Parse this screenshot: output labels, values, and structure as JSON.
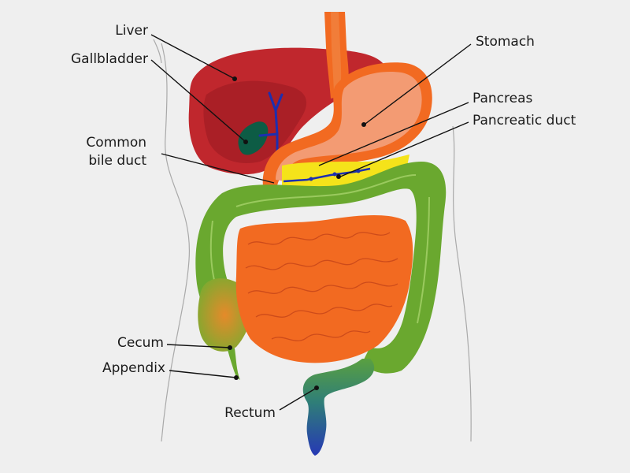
{
  "labels": {
    "liver": "Liver",
    "gallbladder": "Gallbladder",
    "common_bile_duct_line1": "Common",
    "common_bile_duct_line2": "bile duct",
    "stomach": "Stomach",
    "pancreas": "Pancreas",
    "pancreatic_duct": "Pancreatic duct",
    "cecum": "Cecum",
    "appendix": "Appendix",
    "rectum": "Rectum"
  },
  "colors": {
    "background": "#efefef",
    "liver": "#c0272d",
    "liver_shade": "#a01e24",
    "gallbladder": "#0d5c45",
    "bile_duct": "#1c2fb0",
    "stomach_wall": "#f26a21",
    "stomach_inner": "#f39b73",
    "pancreas": "#f5e31a",
    "large_intestine": "#6aa82f",
    "large_intestine_dark": "#4f8a22",
    "small_intestine": "#f26a21",
    "small_intestine_line": "#c9481a",
    "rectum_top": "#3a8a6a",
    "rectum_bottom": "#2a3fb0",
    "body_outline": "#9a9a9a"
  }
}
